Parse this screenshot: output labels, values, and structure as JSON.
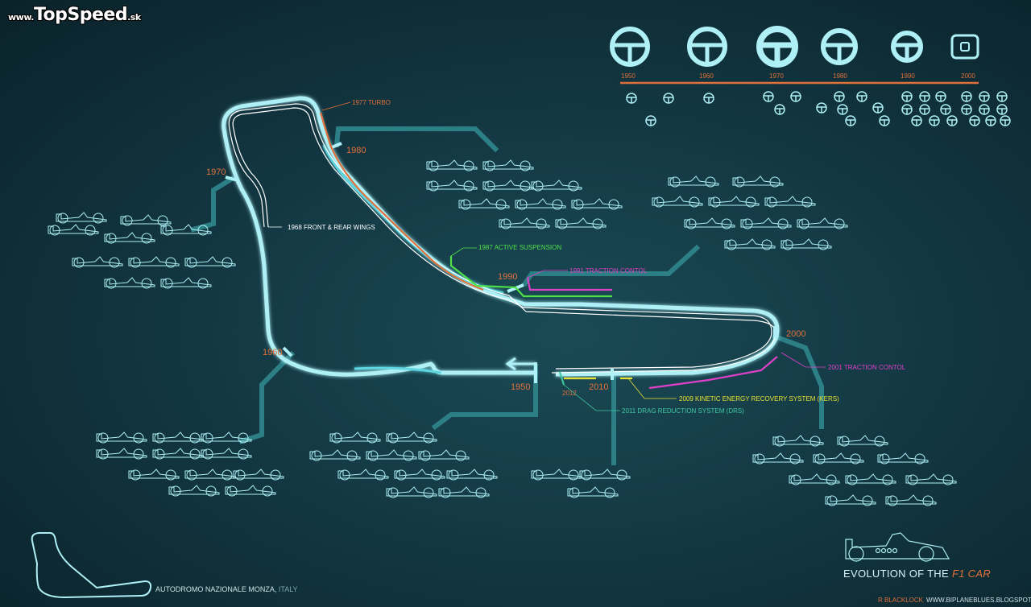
{
  "brand": {
    "prefix": "www.",
    "name": "TopSpeed",
    "suffix": ".sk"
  },
  "track": {
    "name": "AUTODROMO NAZIONALE MONZA,",
    "country": "ITALY"
  },
  "decade_markers": [
    "1950",
    "1960",
    "1970",
    "1980",
    "1990",
    "2000",
    "2010"
  ],
  "innovations": [
    {
      "year_label": "1968 FRONT & REAR WINGS",
      "color": "#ffffff"
    },
    {
      "year_label": "1977 TURBO",
      "color": "#e0703a"
    },
    {
      "year_label": "1987 ACTIVE SUSPENSION",
      "color": "#4fe04a"
    },
    {
      "year_label": "1991 TRACTION CONTOL",
      "color": "#e040c8"
    },
    {
      "year_label": "2001 TRACTION CONTOL",
      "color": "#e040c8"
    },
    {
      "year_label": "2009 KINETIC ENERGY RECOVERY SYSTEM (KERS)",
      "color": "#e8e030"
    },
    {
      "year_label": "2011 DRAG REDUCTION SYSTEM (DRS)",
      "color": "#40c8a0"
    }
  ],
  "drs_year": "2012",
  "steering_timeline": {
    "years": [
      "1950",
      "1960",
      "1970",
      "1980",
      "1990",
      "2000"
    ],
    "line_color": "#e0703a",
    "icon_color": "#aeeef4"
  },
  "title": {
    "prefix": "EVOLUTION OF THE",
    "accent": "F1 CAR"
  },
  "credit": {
    "author": "R BLACKLOCK",
    "site": "WWW.BIPLANEBLUES.BLOGSPOT.COM"
  },
  "colors": {
    "track": "#aef0f6",
    "branch": "#2d7f86",
    "accent": "#e0703a"
  }
}
